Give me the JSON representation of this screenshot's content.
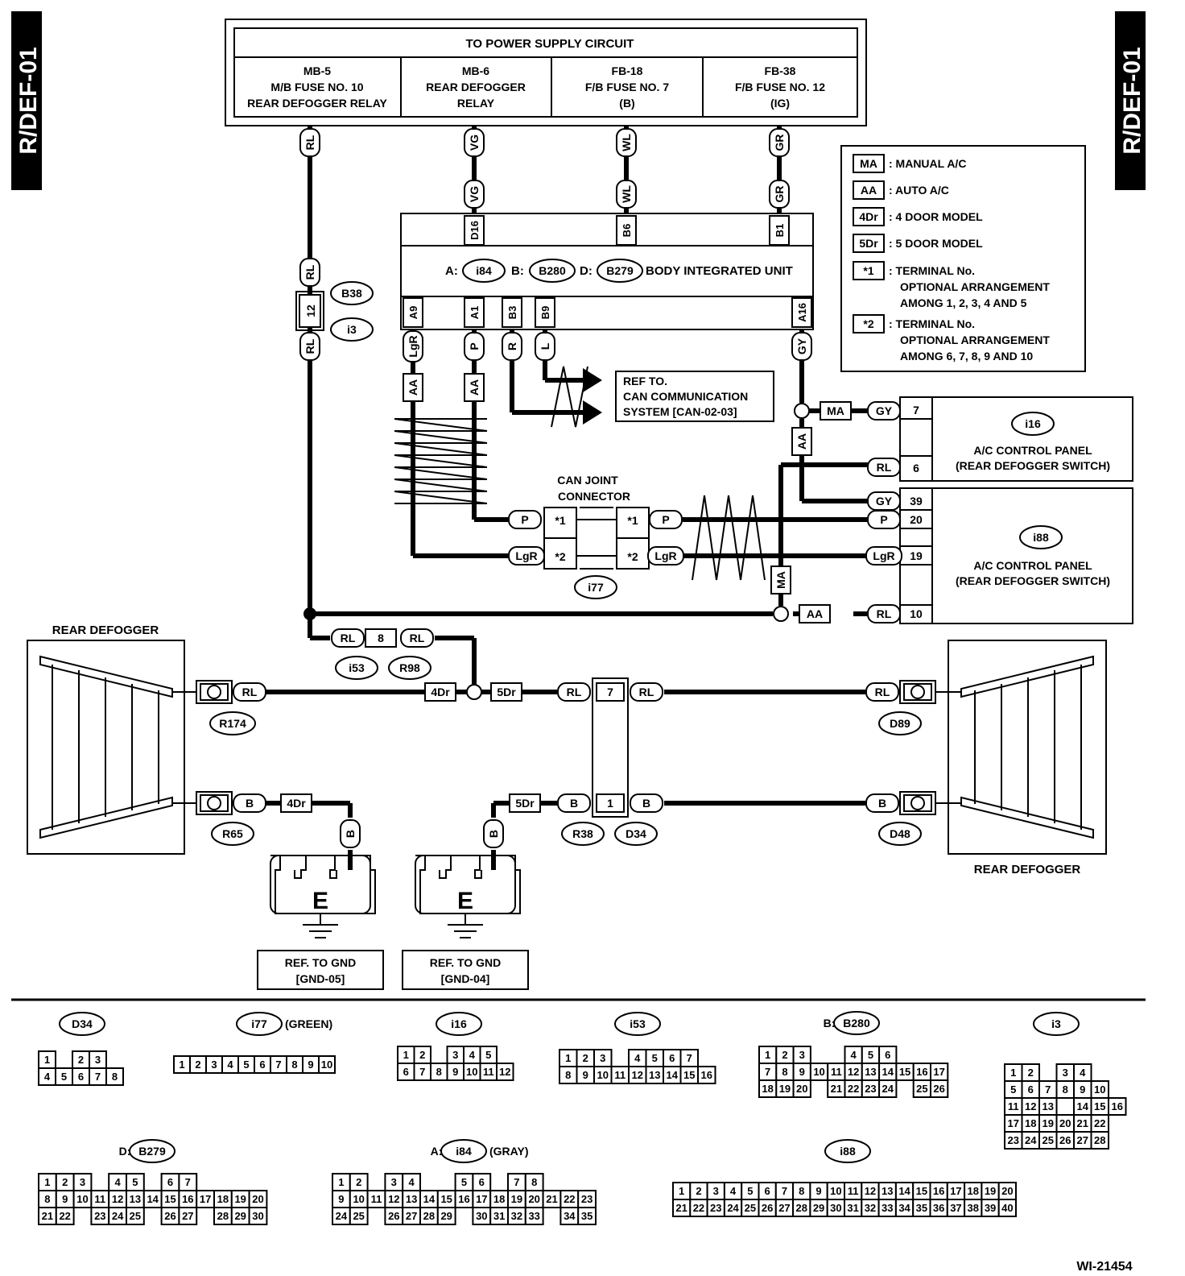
{
  "side_tabs": {
    "left": "R/DEF-01",
    "right": "R/DEF-01"
  },
  "power": {
    "title": "TO POWER SUPPLY CIRCUIT",
    "cols": [
      [
        "MB-5",
        "M/B FUSE NO. 10",
        "REAR DEFOGGER RELAY"
      ],
      [
        "MB-6",
        "REAR DEFOGGER",
        "RELAY"
      ],
      [
        "FB-18",
        "F/B FUSE NO. 7",
        "(B)"
      ],
      [
        "FB-38",
        "F/B FUSE NO. 12",
        "(IG)"
      ]
    ]
  },
  "legend": [
    {
      "code": "MA",
      "text": [
        ": MANUAL  A/C"
      ]
    },
    {
      "code": "AA",
      "text": [
        ": AUTO A/C"
      ]
    },
    {
      "code": "4Dr",
      "text": [
        ": 4 DOOR MODEL"
      ]
    },
    {
      "code": "5Dr",
      "text": [
        ": 5 DOOR MODEL"
      ]
    },
    {
      "code": "*1",
      "text": [
        ": TERMINAL No.",
        "OPTIONAL ARRANGEMENT",
        "AMONG 1, 2, 3, 4 AND 5"
      ]
    },
    {
      "code": "*2",
      "text": [
        ": TERMINAL No.",
        "OPTIONAL ARRANGEMENT",
        "AMONG 6, 7, 8, 9 AND 10"
      ]
    }
  ],
  "biu": {
    "title": "BODY INTEGRATED UNIT",
    "prefixes": [
      "A:",
      "B:",
      "D:"
    ],
    "connectors": [
      "i84",
      "B280",
      "B279"
    ],
    "top_pins": [
      "D16",
      "B6",
      "B1"
    ],
    "bottom_pins": [
      "A9",
      "A1",
      "B3",
      "B9",
      "A16"
    ]
  },
  "wires": {
    "RL": "RL",
    "VG": "VG",
    "WL": "WL",
    "GR": "GR",
    "LgR": "LgR",
    "P": "P",
    "R": "R",
    "L": "L",
    "GY": "GY",
    "B": "B"
  },
  "tags": {
    "MA": "MA",
    "AA": "AA",
    "4Dr": "4Dr",
    "5Dr": "5Dr",
    "s1": "*1",
    "s2": "*2"
  },
  "joint_b38": {
    "pin": "12",
    "top": "B38",
    "bottom": "i3"
  },
  "can_ref": [
    "REF TO.",
    "CAN COMMUNICATION",
    "SYSTEM [CAN-02-03]"
  ],
  "can_joint": {
    "label": [
      "CAN JOINT",
      "CONNECTOR"
    ],
    "connector": "i77"
  },
  "ac_panel_i16": {
    "connector": "i16",
    "lines": [
      "A/C CONTROL PANEL",
      "(REAR DEFOGGER SWITCH)"
    ],
    "pins": [
      "7",
      "6"
    ]
  },
  "ac_panel_i88": {
    "connector": "i88",
    "lines": [
      "A/C CONTROL PANEL",
      "(REAR DEFOGGER SWITCH)"
    ],
    "pins": [
      "39",
      "20",
      "19",
      "10"
    ]
  },
  "rear_defogger_left": "REAR DEFOGGER",
  "rear_defogger_right": "REAR DEFOGGER",
  "conn_i53": {
    "pin": "8",
    "labels": [
      "i53",
      "R98"
    ]
  },
  "conn_r38": {
    "pins": [
      "7",
      "1"
    ],
    "labels": [
      "R38",
      "D34"
    ]
  },
  "defogger_connectors": {
    "left_top": "R174",
    "left_bottom": "R65",
    "right_top": "D89",
    "right_bottom": "D48"
  },
  "ground_symbol": "E",
  "ground_refs": [
    [
      "REF. TO GND",
      "[GND-05]"
    ],
    [
      "REF. TO GND",
      "[GND-04]"
    ]
  ],
  "connector_views": {
    "D34": {
      "name": "D34",
      "rows": [
        [
          "1",
          "",
          "2",
          "3"
        ],
        [
          "4",
          "5",
          "6",
          "7",
          "8"
        ]
      ]
    },
    "i77": {
      "name": "i77",
      "note": "(GREEN)",
      "rows": [
        [
          "1",
          "2",
          "3",
          "4",
          "5",
          "6",
          "7",
          "8",
          "9",
          "10"
        ]
      ]
    },
    "i16": {
      "name": "i16",
      "rows": [
        [
          "1",
          "2",
          "",
          "3",
          "4",
          "5"
        ],
        [
          "6",
          "7",
          "8",
          "9",
          "10",
          "11",
          "12"
        ]
      ]
    },
    "i53": {
      "name": "i53",
      "rows": [
        [
          "1",
          "2",
          "3",
          "",
          "4",
          "5",
          "6",
          "7"
        ],
        [
          "8",
          "9",
          "10",
          "11",
          "12",
          "13",
          "14",
          "15",
          "16"
        ]
      ]
    },
    "B280": {
      "prefix": "B:",
      "name": "B280",
      "rows": [
        [
          "1",
          "2",
          "3",
          "",
          "",
          "4",
          "5",
          "6"
        ],
        [
          "7",
          "8",
          "9",
          "10",
          "11",
          "12",
          "13",
          "14",
          "15",
          "16",
          "17"
        ],
        [
          "18",
          "19",
          "20",
          "",
          "21",
          "22",
          "23",
          "24",
          "",
          "25",
          "26"
        ]
      ]
    },
    "i3": {
      "name": "i3",
      "rows": [
        [
          "1",
          "2",
          "",
          "3",
          "4"
        ],
        [
          "5",
          "6",
          "7",
          "8",
          "9",
          "10"
        ],
        [
          "11",
          "12",
          "13",
          "",
          "14",
          "15",
          "16"
        ],
        [
          "17",
          "18",
          "19",
          "20",
          "21",
          "22"
        ],
        [
          "23",
          "24",
          "25",
          "26",
          "27",
          "28"
        ]
      ]
    },
    "B279": {
      "prefix": "D:",
      "name": "B279",
      "rows": [
        [
          "1",
          "2",
          "3",
          "",
          "4",
          "5",
          "",
          "6",
          "7"
        ],
        [
          "8",
          "9",
          "10",
          "11",
          "12",
          "13",
          "14",
          "15",
          "16",
          "17",
          "18",
          "19",
          "20"
        ],
        [
          "21",
          "22",
          "",
          "23",
          "24",
          "25",
          "",
          "26",
          "27",
          "",
          "28",
          "29",
          "30"
        ]
      ]
    },
    "i84": {
      "prefix": "A:",
      "name": "i84",
      "note": "(GRAY)",
      "rows": [
        [
          "1",
          "2",
          "",
          "3",
          "4",
          "",
          "",
          "5",
          "6",
          "",
          "7",
          "8"
        ],
        [
          "9",
          "10",
          "11",
          "12",
          "13",
          "14",
          "15",
          "16",
          "17",
          "18",
          "19",
          "20",
          "21",
          "22",
          "23"
        ],
        [
          "24",
          "25",
          "",
          "26",
          "27",
          "28",
          "29",
          "",
          "30",
          "31",
          "32",
          "33",
          "",
          "34",
          "35"
        ]
      ]
    },
    "i88": {
      "name": "i88",
      "rows": [
        [
          "1",
          "2",
          "3",
          "4",
          "5",
          "6",
          "7",
          "8",
          "9",
          "10",
          "11",
          "12",
          "13",
          "14",
          "15",
          "16",
          "17",
          "18",
          "19",
          "20"
        ],
        [
          "21",
          "22",
          "23",
          "24",
          "25",
          "26",
          "27",
          "28",
          "29",
          "30",
          "31",
          "32",
          "33",
          "34",
          "35",
          "36",
          "37",
          "38",
          "39",
          "40"
        ]
      ]
    }
  },
  "figure_id": "WI-21454"
}
